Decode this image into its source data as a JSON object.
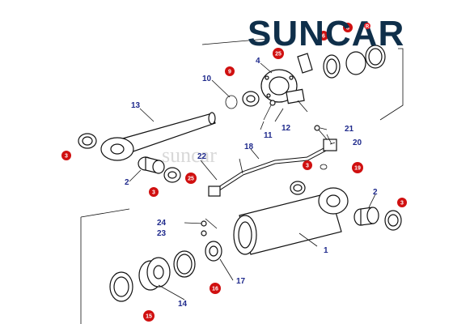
{
  "logo": {
    "text": "SUNCAR",
    "color": "#0f2f4a",
    "accent_color": "#e8222a",
    "mark": "registered-icon"
  },
  "watermark": "suncar",
  "part_numbers": [
    "1",
    "2",
    "2",
    "4",
    "10",
    "11",
    "12",
    "13",
    "14",
    "17",
    "18",
    "20",
    "21",
    "22",
    "23",
    "24"
  ],
  "red_markers": [
    "3",
    "3",
    "3",
    "3",
    "9",
    "15",
    "16",
    "19",
    "25",
    "25",
    "8",
    "6"
  ],
  "colors": {
    "label_blue": "#1f2a8c",
    "marker_red": "#d01010",
    "line": "#111111"
  }
}
